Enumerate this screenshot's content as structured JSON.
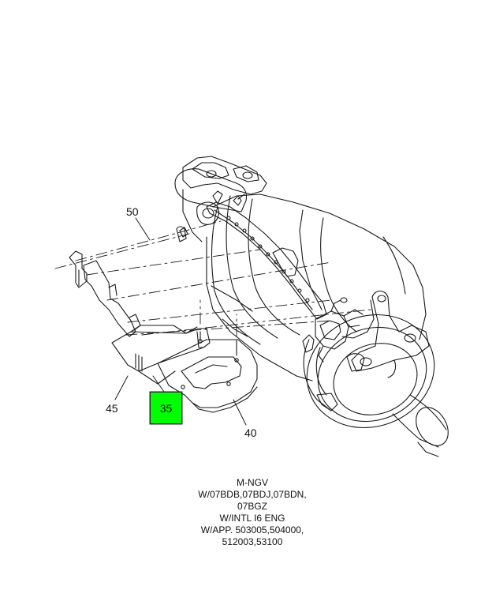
{
  "callouts": {
    "c50": "50",
    "c45": "45",
    "c40": "40",
    "c35": "35"
  },
  "highlight_color": "#00ff00",
  "notes": [
    "M-NGV",
    "W/07BDB,07BDJ,07BDN,",
    "07BGZ",
    "W/INTL I6 ENG",
    "W/APP. 503005,504000,",
    "512003,53100"
  ]
}
